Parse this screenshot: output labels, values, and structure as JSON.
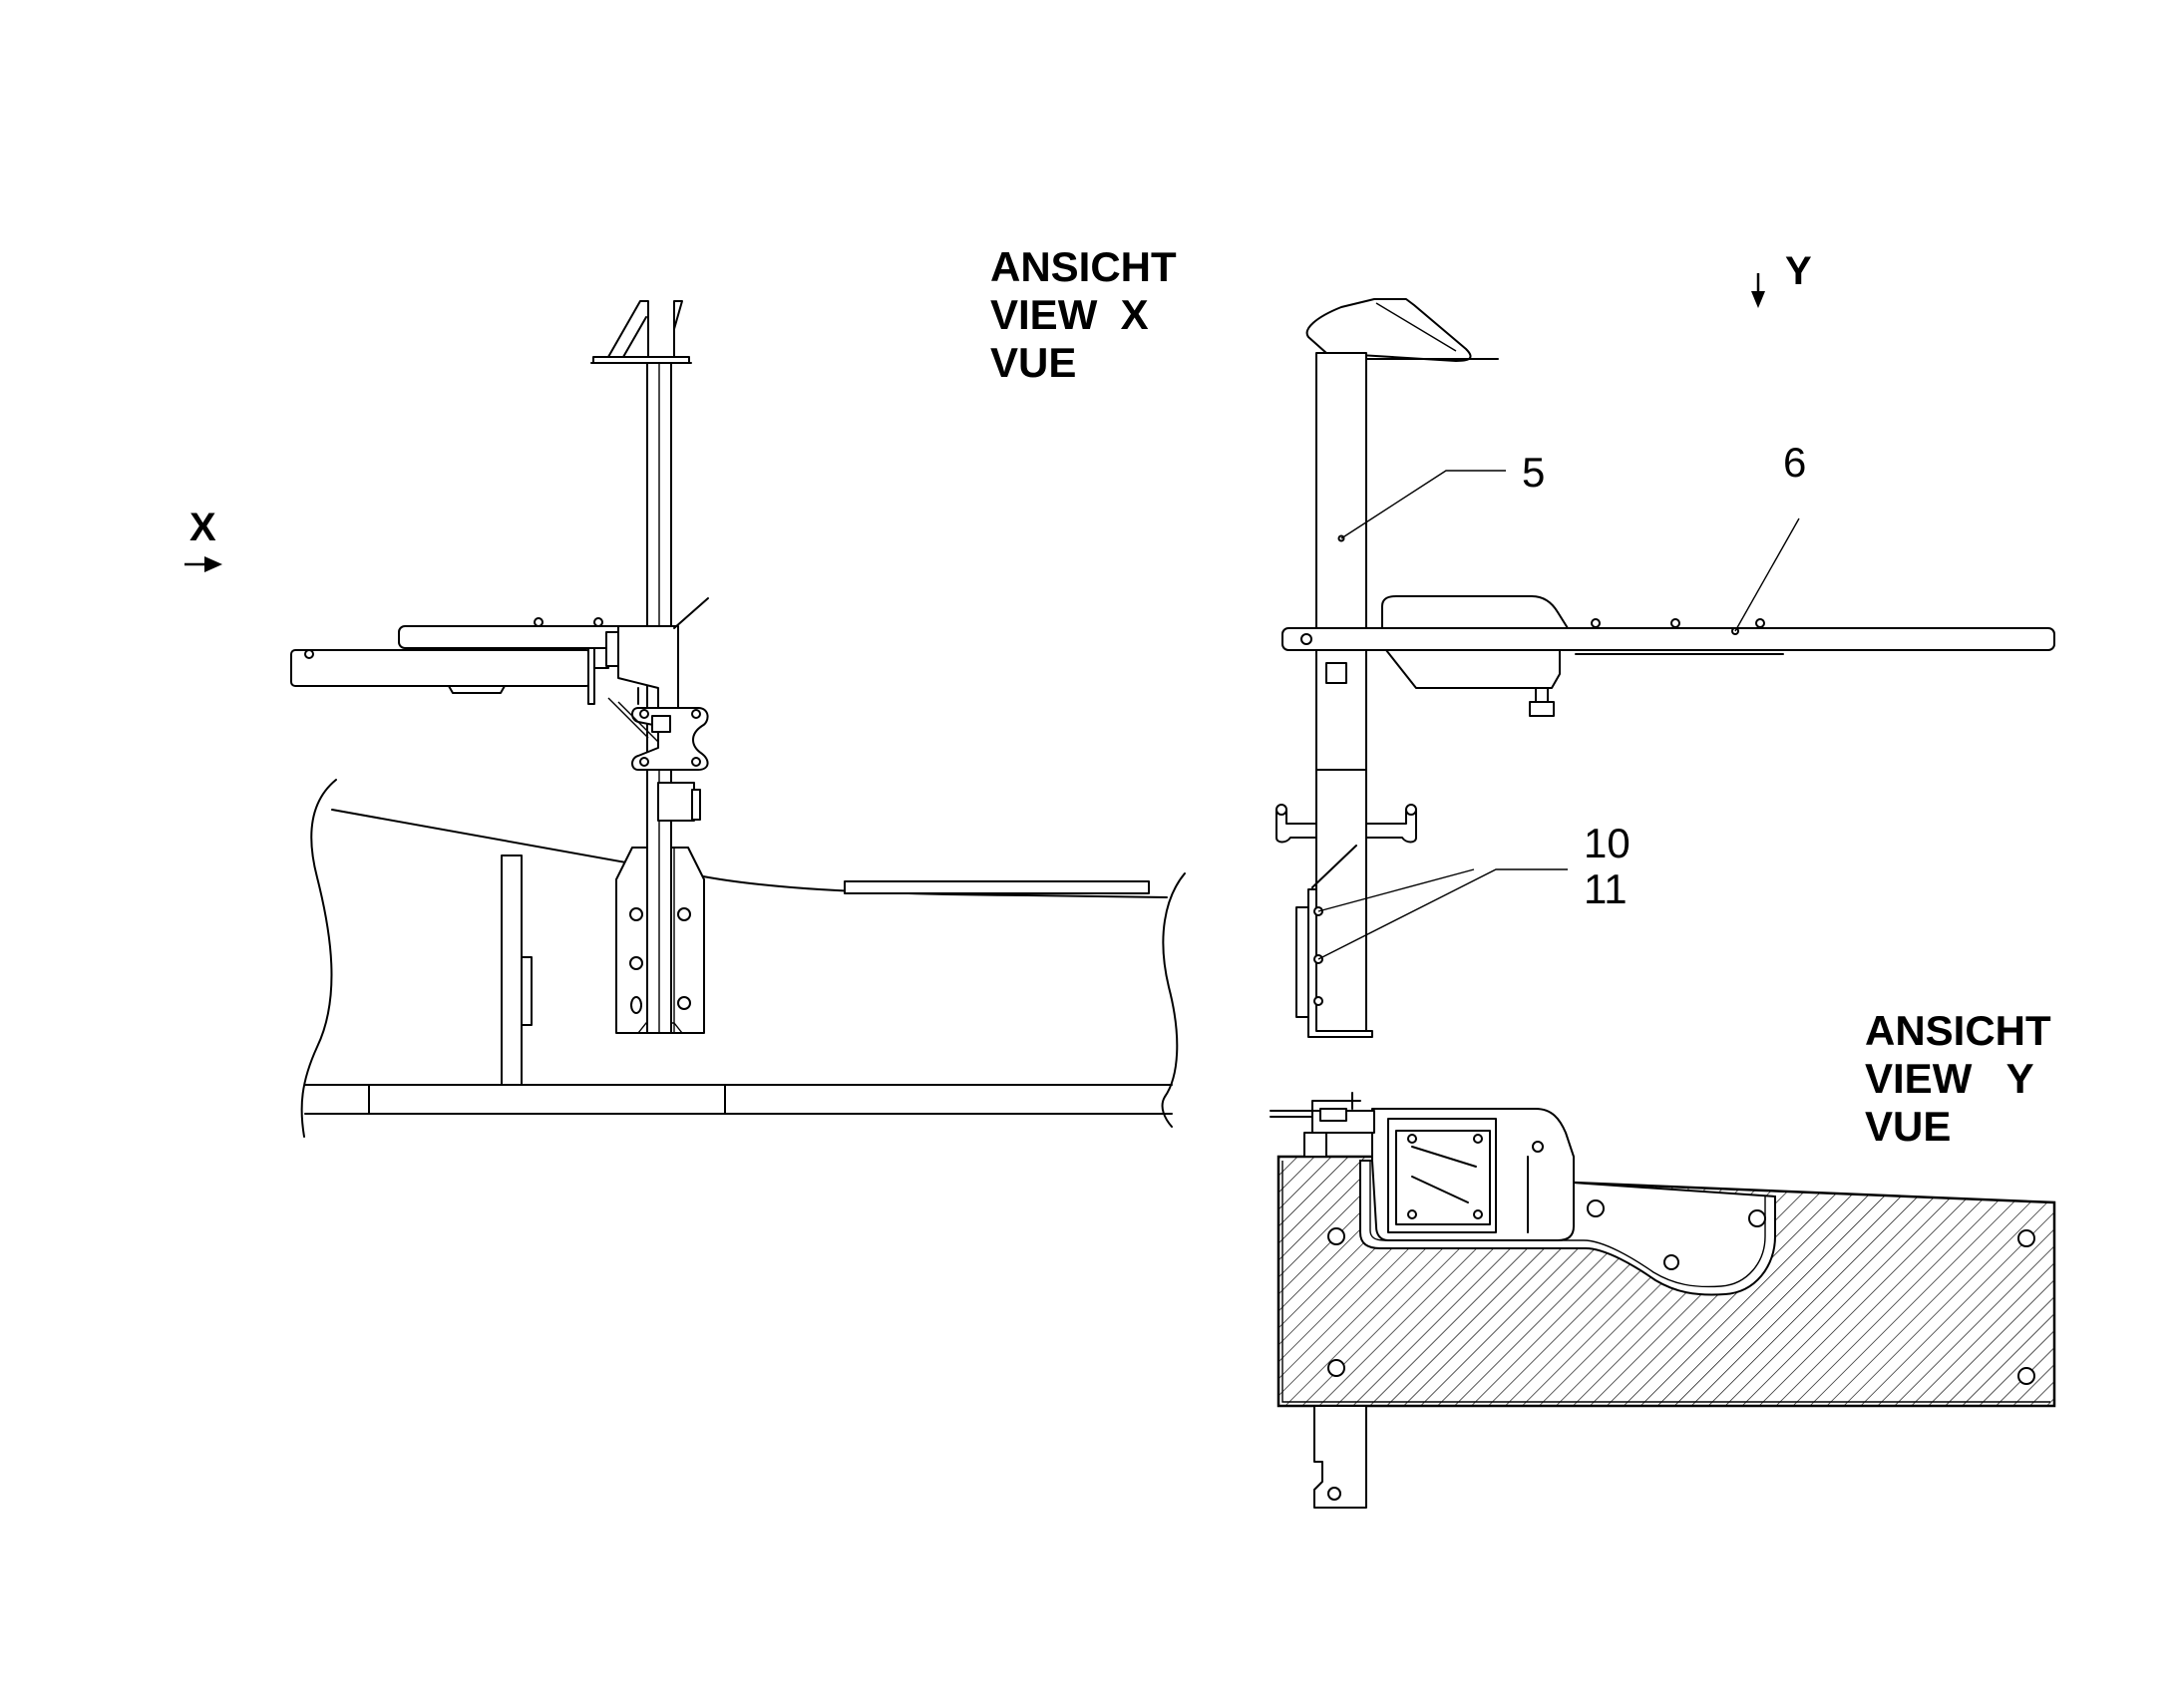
{
  "view_x_title": {
    "line1": "ANSICHT",
    "line2": "VIEW  X",
    "line3": "VUE"
  },
  "view_y_title": {
    "line1": "ANSICHT",
    "line2": "VIEW   Y",
    "line3": "VUE"
  },
  "markers": {
    "x": "X",
    "y": "Y"
  },
  "callouts": {
    "c5": "5",
    "c6": "6",
    "c10": "10",
    "c11": "11"
  }
}
